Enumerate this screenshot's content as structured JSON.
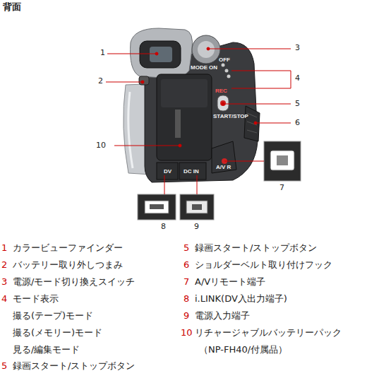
{
  "diagram": {
    "title": "背面",
    "labels": [
      "1",
      "2",
      "3",
      "4",
      "5",
      "6",
      "7",
      "8",
      "9",
      "10",
      "MODE",
      "ON",
      "OFF",
      "REC",
      "START/STOP",
      "A/V R",
      "DV",
      "DC IN",
      "1",
      "カラービューファインダー",
      "2",
      "バッテリー取り外しつまみ",
      "3",
      "電源/モード切り換えスイッチ",
      "4",
      "モード表示",
      "撮る(テープ)モード",
      "撮る(メモリー)モード",
      "見る/編集モード",
      "5",
      "録画スタート/ストップボタン",
      "5",
      "録画スタート/ストップボタン",
      "6",
      "ショルダーベルト取り付けフック",
      "7",
      "A/Vリモート端子",
      "8",
      "i.LINK(DV入出力端子)",
      "9",
      "電源入力端子",
      "10",
      "リチャージャブルバッテリーパック",
      "（NP-FH40/付属品）"
    ]
  }
}
